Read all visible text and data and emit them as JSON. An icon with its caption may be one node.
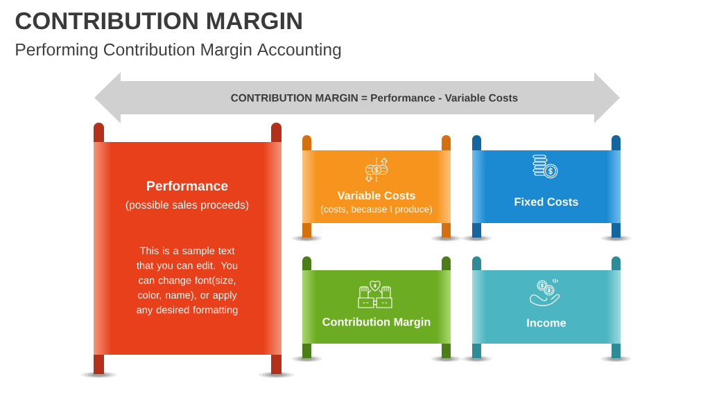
{
  "diagram": {
    "title": "CONTRIBUTION MARGIN",
    "nodes": [
      {
        "text": [
          "CONTRIBUTION MARGIN = Performance - Variable Costs"
        ]
      },
      {
        "text": [
          "Performance",
          "(possible sales proceeds)",
          "This is a sample text that you can edit. You can change font(size, color, name), or apply any desired formatting"
        ]
      },
      {
        "text": [
          "Variable Costs",
          "(costs, because I produce)"
        ]
      },
      {
        "text": [
          "Fixed Costs"
        ]
      },
      {
        "text": [
          "Contribution Margin"
        ]
      },
      {
        "text": [
          "Income"
        ]
      }
    ],
    "labels": [
      "Performing Contribution Margin Accounting"
    ]
  }
}
